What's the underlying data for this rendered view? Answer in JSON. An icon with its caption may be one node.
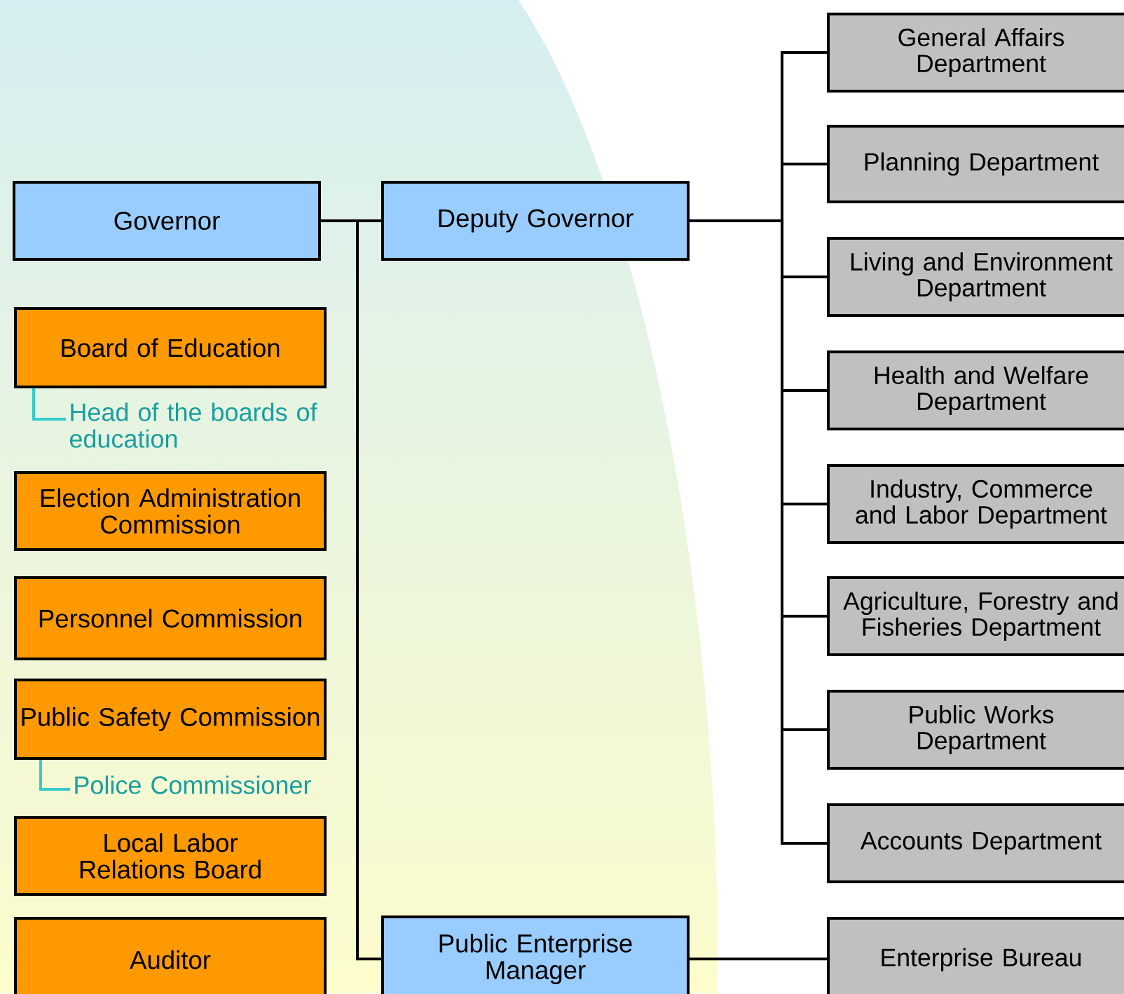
{
  "diagram": {
    "nodes": [
      {
        "text": [
          "Governor"
        ]
      },
      {
        "text": [
          "Deputy Governor"
        ]
      },
      {
        "text": [
          "General Affairs Department"
        ]
      },
      {
        "text": [
          "Planning Department"
        ]
      },
      {
        "text": [
          "Living and Environment Department"
        ]
      },
      {
        "text": [
          "Health and Welfare Department"
        ]
      },
      {
        "text": [
          "Industry, Commerce and Labor Department"
        ]
      },
      {
        "text": [
          "Agriculture, Forestry and Fisheries Department"
        ]
      },
      {
        "text": [
          "Public Works Department"
        ]
      },
      {
        "text": [
          "Accounts Department"
        ]
      },
      {
        "text": [
          "Board of Education"
        ]
      },
      {
        "text": [
          "Head of the boards of education"
        ]
      },
      {
        "text": [
          "Election Administration Commission"
        ]
      },
      {
        "text": [
          "Personnel Commission"
        ]
      },
      {
        "text": [
          "Public Safety Commission"
        ]
      },
      {
        "text": [
          "Police Commissioner"
        ]
      },
      {
        "text": [
          "Local Labor Relations Board"
        ]
      },
      {
        "text": [
          "Auditor"
        ]
      },
      {
        "text": [
          "Public Enterprise Manager"
        ]
      },
      {
        "text": [
          "Enterprise Bureau"
        ]
      }
    ],
    "edges": [
      {
        "from": 0,
        "to": 1,
        "arrow": "none"
      },
      {
        "from": 0,
        "to": 18,
        "arrow": "none"
      },
      {
        "from": 1,
        "to": 2,
        "arrow": "none"
      },
      {
        "from": 1,
        "to": 3,
        "arrow": "none"
      },
      {
        "from": 1,
        "to": 4,
        "arrow": "none"
      },
      {
        "from": 1,
        "to": 5,
        "arrow": "none"
      },
      {
        "from": 1,
        "to": 6,
        "arrow": "none"
      },
      {
        "from": 1,
        "to": 7,
        "arrow": "none"
      },
      {
        "from": 1,
        "to": 8,
        "arrow": "none"
      },
      {
        "from": 1,
        "to": 9,
        "arrow": "none"
      },
      {
        "from": 18,
        "to": 19,
        "arrow": "none"
      },
      {
        "from": 10,
        "to": 11,
        "arrow": "none",
        "color": "#33cccc"
      },
      {
        "from": 14,
        "to": 15,
        "arrow": "none",
        "color": "#33cccc"
      }
    ]
  }
}
